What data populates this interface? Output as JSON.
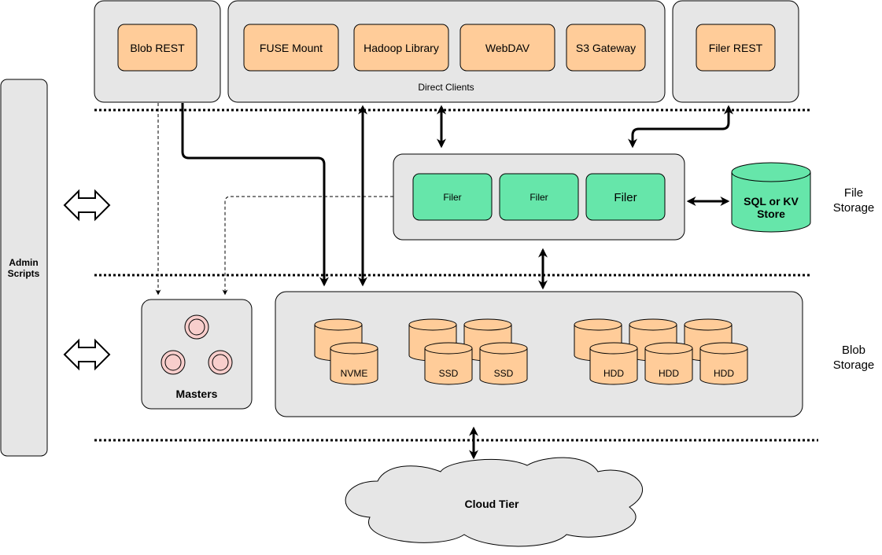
{
  "clients": {
    "blob_rest": "Blob REST",
    "fuse_mount": "FUSE Mount",
    "hadoop_library": "Hadoop Library",
    "webdav": "WebDAV",
    "s3_gateway": "S3 Gateway",
    "direct_clients": "Direct Clients",
    "filer_rest": "Filer REST"
  },
  "filers": [
    "Filer",
    "Filer",
    "Filer"
  ],
  "store": {
    "line1": "SQL or KV",
    "line2": "Store"
  },
  "layers": {
    "file_storage": [
      "File",
      "Storage"
    ],
    "blob_storage": [
      "Blob",
      "Storage"
    ]
  },
  "admin": [
    "Admin",
    "Scripts"
  ],
  "masters": "Masters",
  "volumes": {
    "nvme": "NVME",
    "ssd": [
      "SSD",
      "SSD"
    ],
    "hdd": [
      "HDD",
      "HDD",
      "HDD"
    ]
  },
  "cloud": "Cloud Tier",
  "colors": {
    "group_fill": "#e6e6e6",
    "client_fill": "#ffcc99",
    "filer_fill": "#66e6aa",
    "master_fill": "#f8cecc"
  }
}
